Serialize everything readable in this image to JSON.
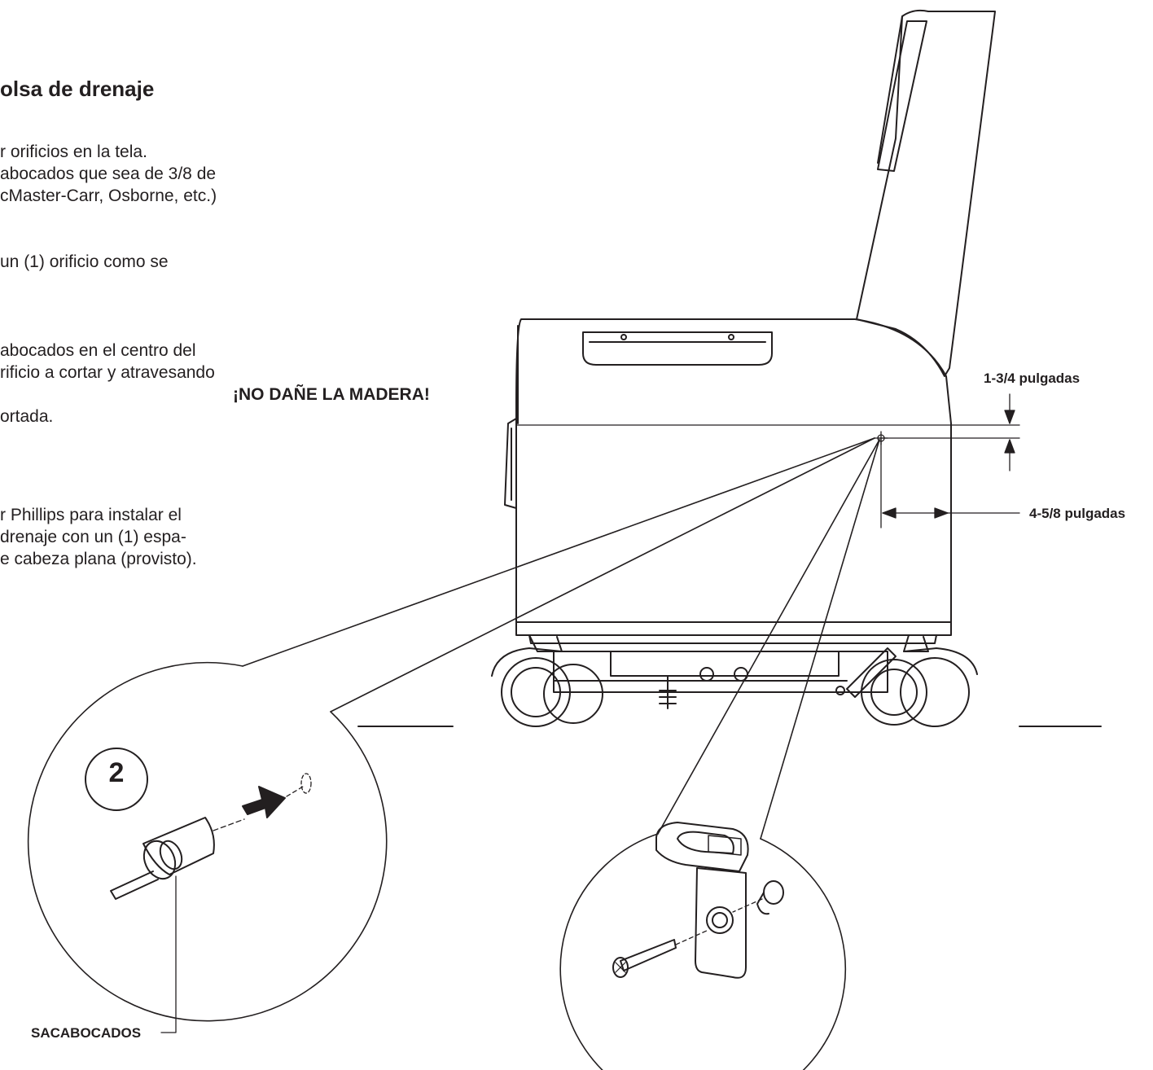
{
  "title": "olsa de drenaje",
  "instructions": {
    "line1": "r orificios en la tela.",
    "line2": "abocados que sea de 3/8 de",
    "line3": "cMaster-Carr, Osborne, etc.)",
    "line4": "un (1) orificio como se",
    "line5": "abocados en el centro del",
    "line6": "rificio a cortar y atravesando",
    "line7_warning": "¡NO DAÑE LA MADERA!",
    "line8": "ortada.",
    "line9": "r Phillips para instalar el",
    "line10": "drenaje con un (1) espa-",
    "line11": "e cabeza plana (provisto)."
  },
  "dimensions": {
    "vertical": "1-3/4 pulgadas",
    "horizontal": "4-5/8 pulgadas"
  },
  "step_badge": "2",
  "callout_label": "SACABOCADOS"
}
